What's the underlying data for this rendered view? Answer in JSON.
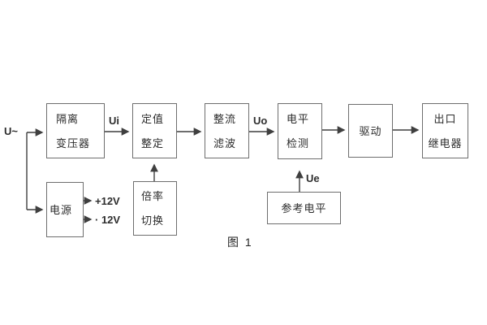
{
  "figure": {
    "caption": "图 1",
    "colors": {
      "background": "#ffffff",
      "box_border": "#6e6e6e",
      "wire": "#3f3f3f",
      "text": "#2b2b2b"
    },
    "labels": {
      "input": "U~",
      "ui": "Ui",
      "uo": "Uo",
      "ue": "Ue",
      "rail_pos": "+12V",
      "rail_neg": "· 12V"
    },
    "boxes": {
      "transformer": {
        "lines": [
          "隔离",
          "变压器"
        ]
      },
      "setting": {
        "lines": [
          "定值",
          "整定"
        ]
      },
      "rectifier": {
        "lines": [
          "整流",
          "滤波"
        ]
      },
      "level_detect": {
        "lines": [
          "电平",
          "检测"
        ]
      },
      "drive": {
        "lines": [
          "驱动"
        ]
      },
      "output_relay": {
        "lines": [
          "出口",
          "继电器"
        ]
      },
      "power": {
        "lines": [
          "电源"
        ]
      },
      "ratio_switch": {
        "lines": [
          "倍率",
          "切换"
        ]
      },
      "reference": {
        "lines": [
          "参考电平"
        ]
      }
    }
  }
}
